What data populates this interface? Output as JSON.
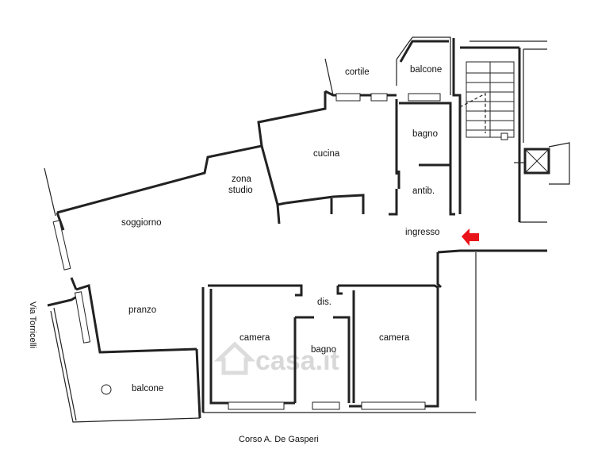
{
  "rooms": {
    "cortile": "cortile",
    "balcone_top": "balcone",
    "bagno_top": "bagno",
    "cucina": "cucina",
    "zona_line1": "zona",
    "zona_line2": "studio",
    "antib": "antib.",
    "soggiorno": "soggiorno",
    "ingresso": "ingresso",
    "dis": "dis.",
    "pranzo": "pranzo",
    "camera_left": "camera",
    "bagno_bottom": "bagno",
    "camera_right": "camera",
    "balcone_bottom": "balcone"
  },
  "streets": {
    "side": "Via Torricelli",
    "bottom": "Corso A. De Gasperi"
  },
  "watermark": "casa.it",
  "entrance_arrow_color": "#e8141a",
  "icons": {
    "entrance": "entrance-arrow-icon",
    "elevator": "elevator-icon",
    "watermark": "house-icon"
  }
}
